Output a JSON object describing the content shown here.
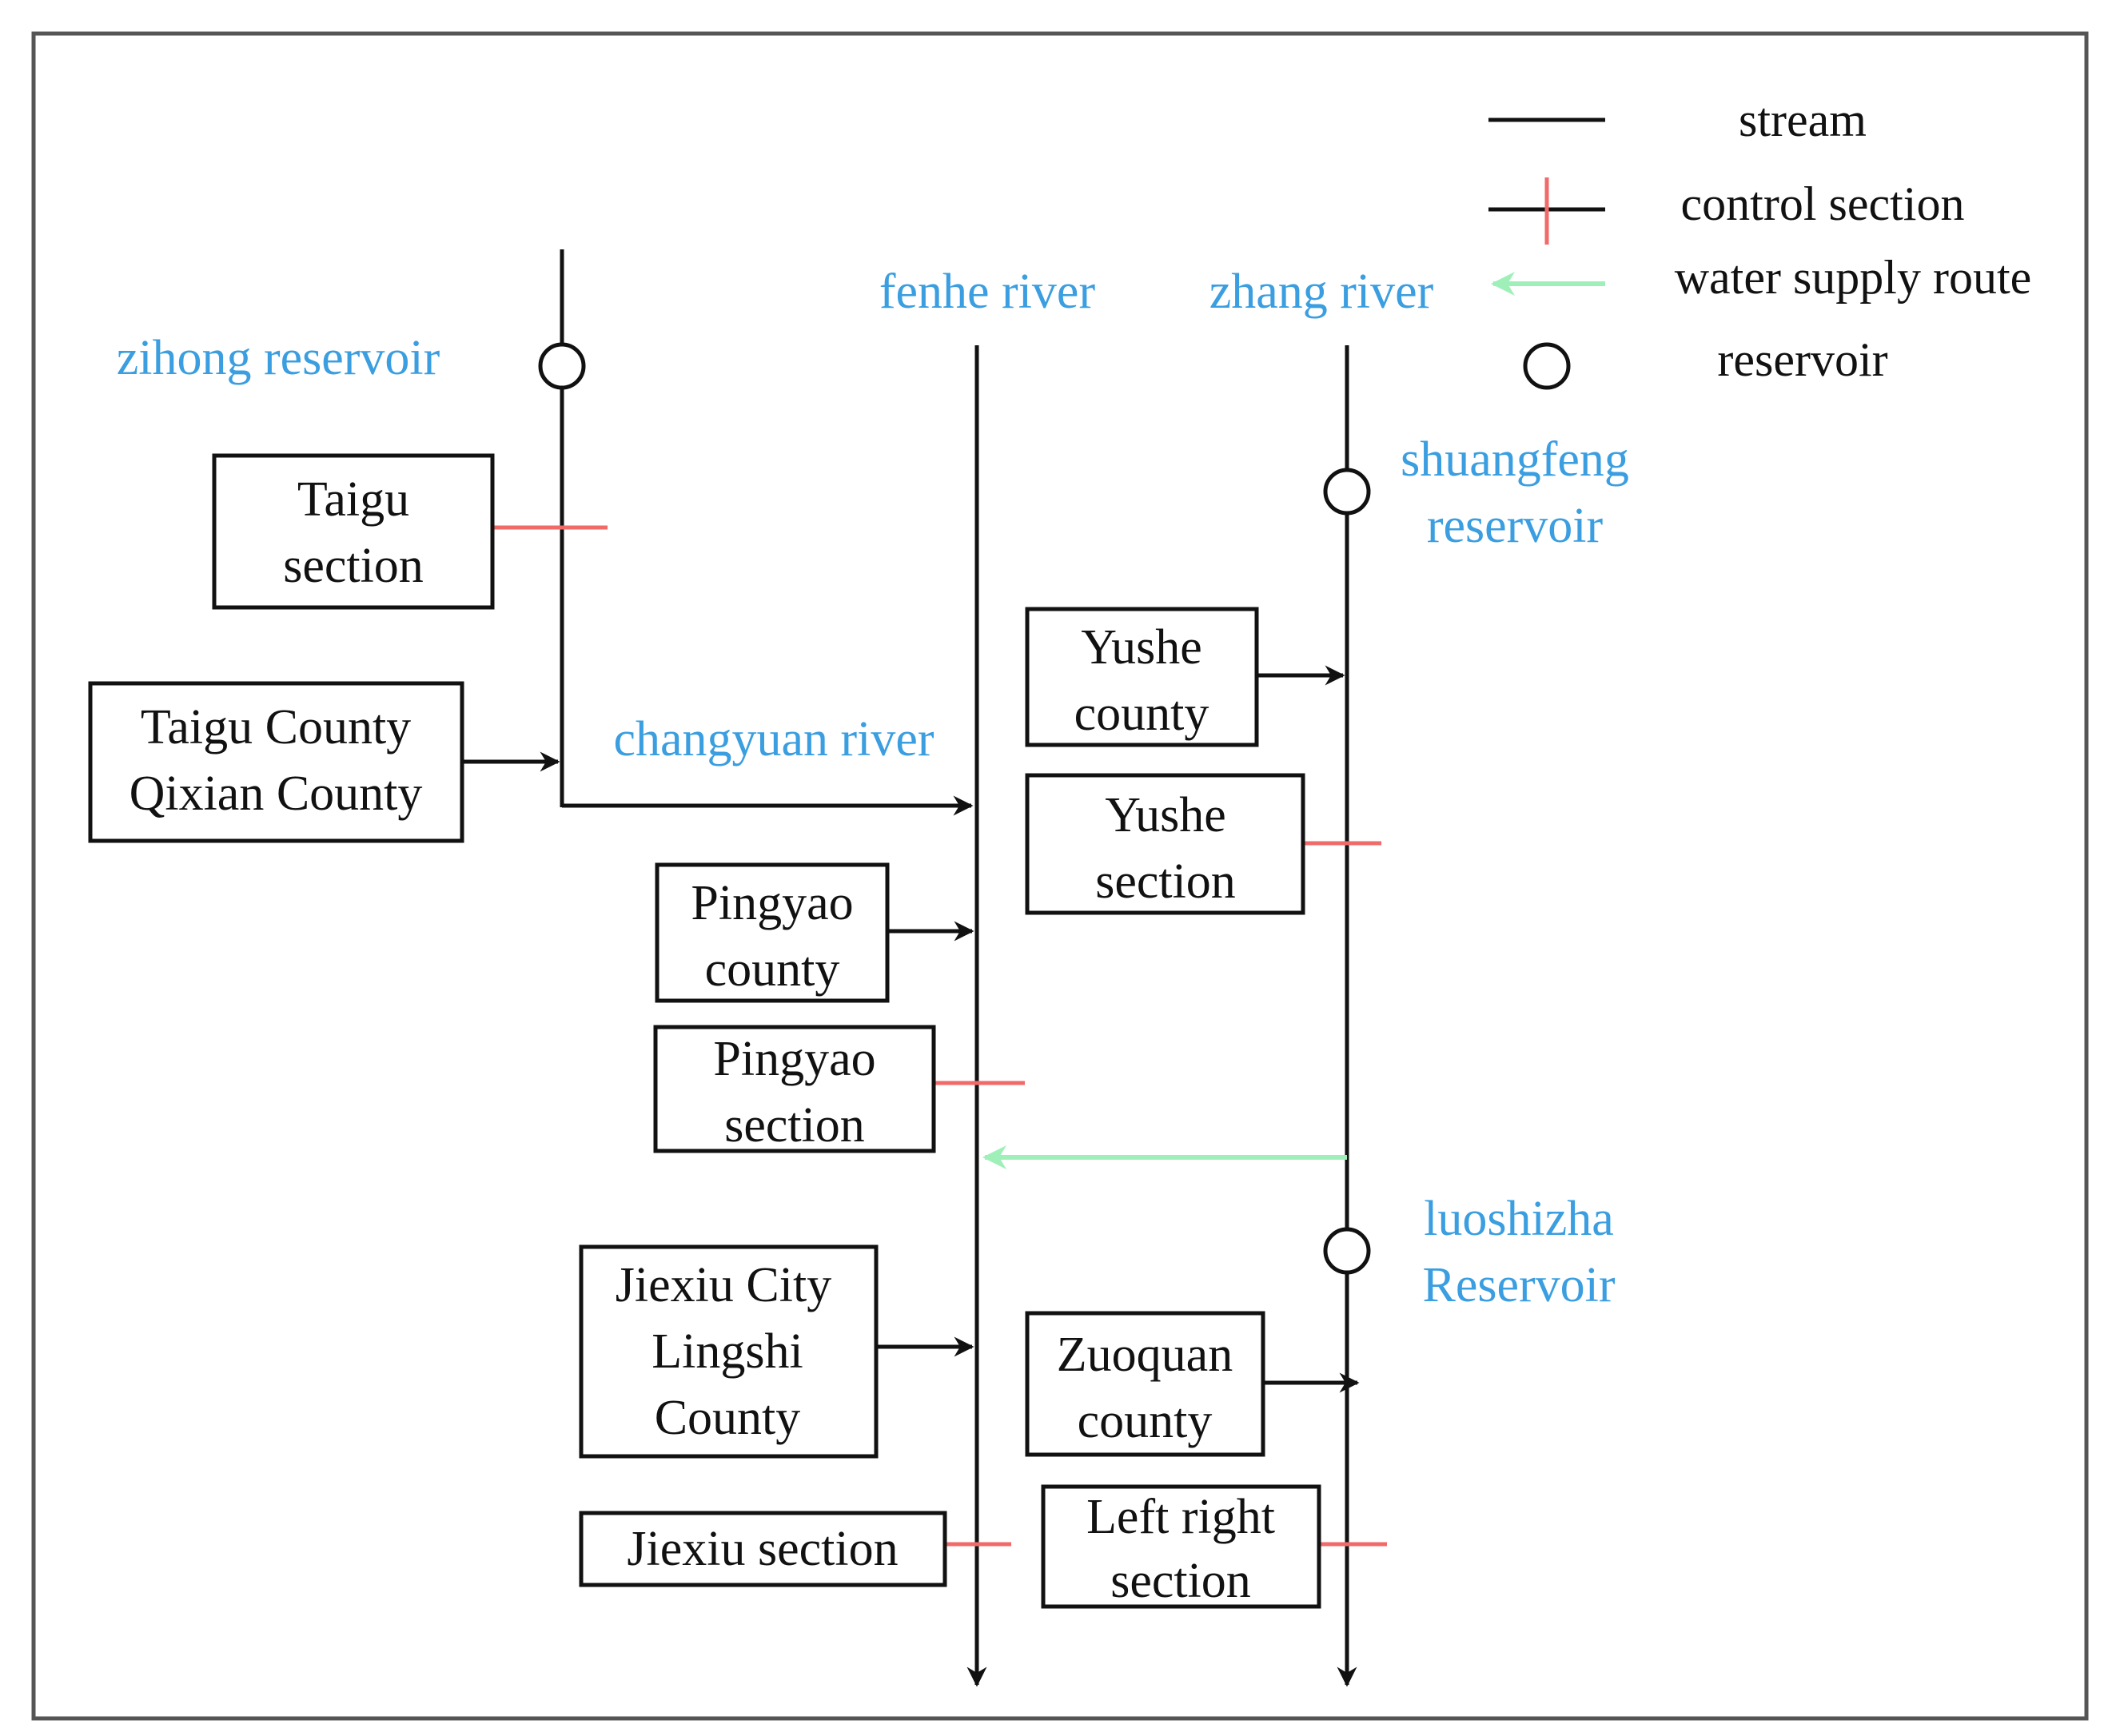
{
  "colors": {
    "stream": "#111111",
    "control_section": "#f06a6a",
    "water_supply_route": "#9ef0b8",
    "label_blue": "#3a9ee0",
    "frame": "#555555"
  },
  "legend": {
    "stream": "stream",
    "control_section": "control section",
    "water_supply_route": "water supply route",
    "reservoir": "reservoir"
  },
  "rivers": {
    "fenhe": "fenhe river",
    "zhang": "zhang river",
    "changyuan": "changyuan river"
  },
  "reservoirs": {
    "zihong": [
      "zihong reservoir"
    ],
    "shuangfeng": [
      "shuangfeng",
      "reservoir"
    ],
    "luoshizha": [
      "luoshizha",
      "Reservoir"
    ]
  },
  "boxes": {
    "taigu_section": [
      "Taigu",
      "section"
    ],
    "taigu_qixian": [
      "Taigu County",
      "Qixian County"
    ],
    "pingyao_county": [
      "Pingyao",
      "county"
    ],
    "pingyao_section": [
      "Pingyao",
      "section"
    ],
    "jiexiu_lingshi": [
      "Jiexiu City",
      "Lingshi",
      "County"
    ],
    "jiexiu_section": [
      "Jiexiu section"
    ],
    "yushe_county": [
      "Yushe",
      "county"
    ],
    "yushe_section": [
      "Yushe",
      "section"
    ],
    "zuoquan_county": [
      "Zuoquan",
      "county"
    ],
    "left_right_section": [
      "Left right",
      "section"
    ]
  }
}
